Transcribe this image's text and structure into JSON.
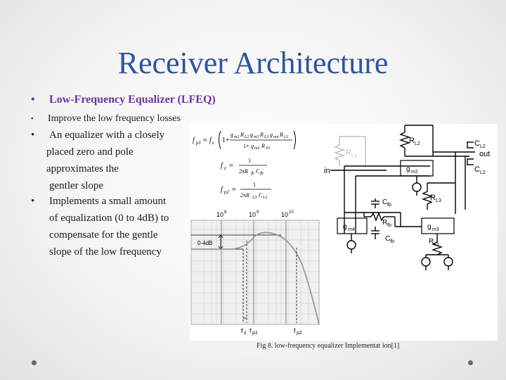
{
  "title": "Receiver Architecture",
  "bullets": {
    "heading": "Low-Frequency Equalizer (LFEQ)",
    "b1": "Improve the low frequency losses",
    "b2_lines": [
      "An equalizer with a closely",
      "placed zero and pole",
      "approximates the",
      "gentler slope"
    ],
    "b3_lines": [
      "Implements a small amount",
      "of equalization (0 to 4dB) to",
      "compensate for the gentle",
      "slope of the low frequency"
    ]
  },
  "equations": {
    "fp1_lhs": "f",
    "fz_lhs": "f",
    "fp2_lhs": "f"
  },
  "plot": {
    "decades": [
      "10",
      "10",
      "10"
    ],
    "exponents": [
      "8",
      "9",
      "10"
    ],
    "gain_label": "0-4dB",
    "freq_labels": [
      "f",
      "f",
      "f"
    ],
    "freq_subs": [
      "z",
      "p1",
      "p2"
    ]
  },
  "circuit": {
    "labels": {
      "rl1": "R",
      "rl1_sub": "L1",
      "rl2": "R",
      "rl2_sub": "L2",
      "rl3": "R",
      "rl3_sub": "L3",
      "cl2a": "C",
      "cl2a_sub": "L2",
      "cl2b": "C",
      "cl2b_sub": "L2",
      "out": "out",
      "in": "in",
      "gm2": "g",
      "gm2_sub": "m2",
      "gm3": "g",
      "gm3_sub": "m3",
      "gm4": "g",
      "gm4_sub": "m4",
      "cfb1": "C",
      "cfb1_sub": "fb",
      "cfb2": "C",
      "cfb2_sub": "fb",
      "rfb": "R",
      "rfb_sub": "fb",
      "rs3": "R",
      "rs3_sub": "s3"
    }
  },
  "caption": "Fig 8. low-frequency equalizer Implementat ion[1]",
  "colors": {
    "title": "#2f5597",
    "heading": "#7030a0"
  }
}
